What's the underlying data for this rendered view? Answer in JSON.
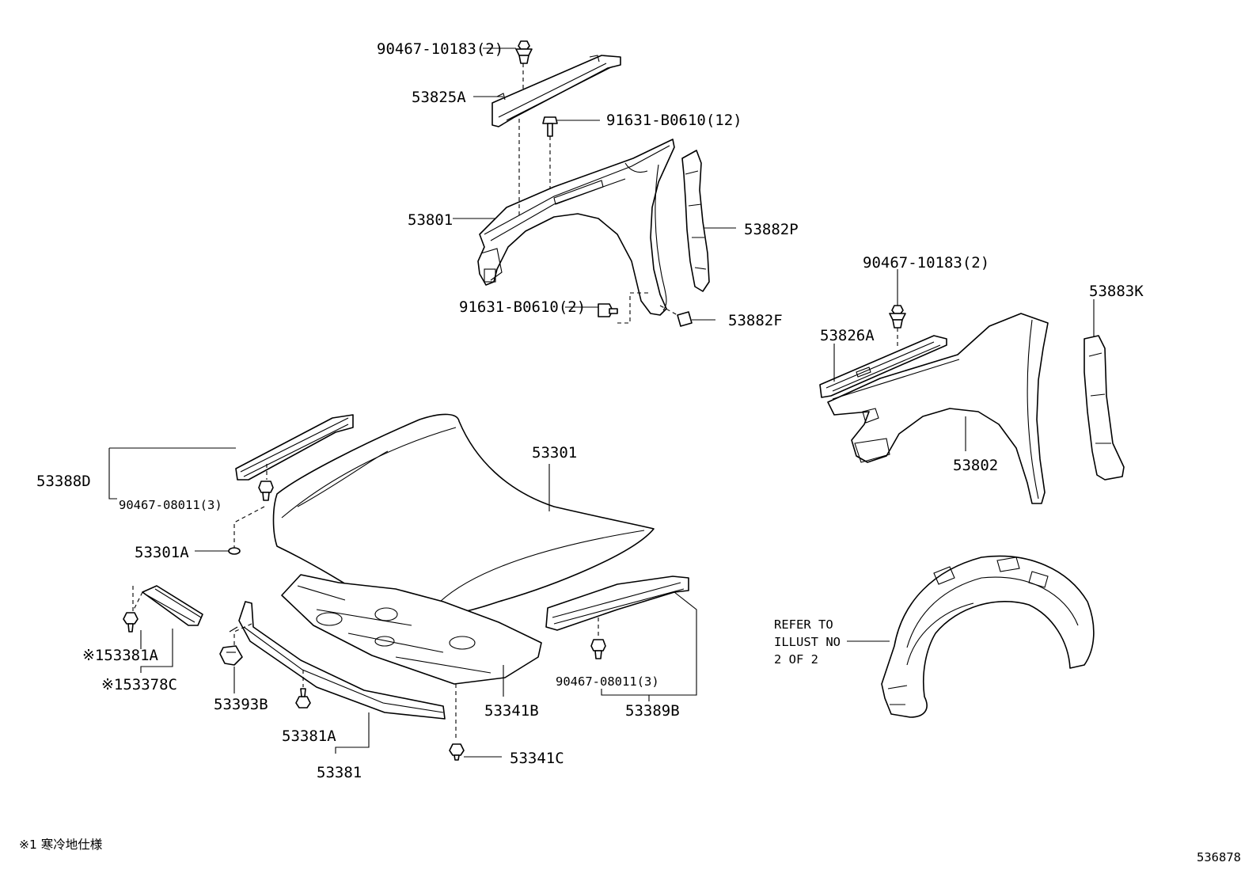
{
  "labels": {
    "clip_90467_10183_top": "90467-10183(2)",
    "seal_53825A": "53825A",
    "bolt_91631_B0610_12": "91631-B0610(12)",
    "fender_53801": "53801",
    "seal_53882P": "53882P",
    "bolt_91631_B0610_2": "91631-B0610(2)",
    "seal_53882F": "53882F",
    "clip_90467_10183_right": "90467-10183(2)",
    "seal_53883K": "53883K",
    "seal_53826A": "53826A",
    "fender_53802": "53802",
    "hood_53301": "53301",
    "seal_53388D": "53388D",
    "clip_90467_08011_left": "90467-08011(3)",
    "cushion_53301A": "53301A",
    "clip_53381A_cold": "※153381A",
    "seal_53378C_cold": "※153378C",
    "cushion_53393B": "53393B",
    "clip_53381A": "53381A",
    "seal_53381": "53381",
    "insulator_53341B": "53341B",
    "clip_53341C": "53341C",
    "clip_90467_08011_right": "90467-08011(3)",
    "seal_53389B": "53389B",
    "refer_line1": "REFER TO",
    "refer_line2": "ILLUST NO",
    "refer_line3": "2 OF 2"
  },
  "footnote": "※1 寒冷地仕様",
  "diagram_number": "536878"
}
